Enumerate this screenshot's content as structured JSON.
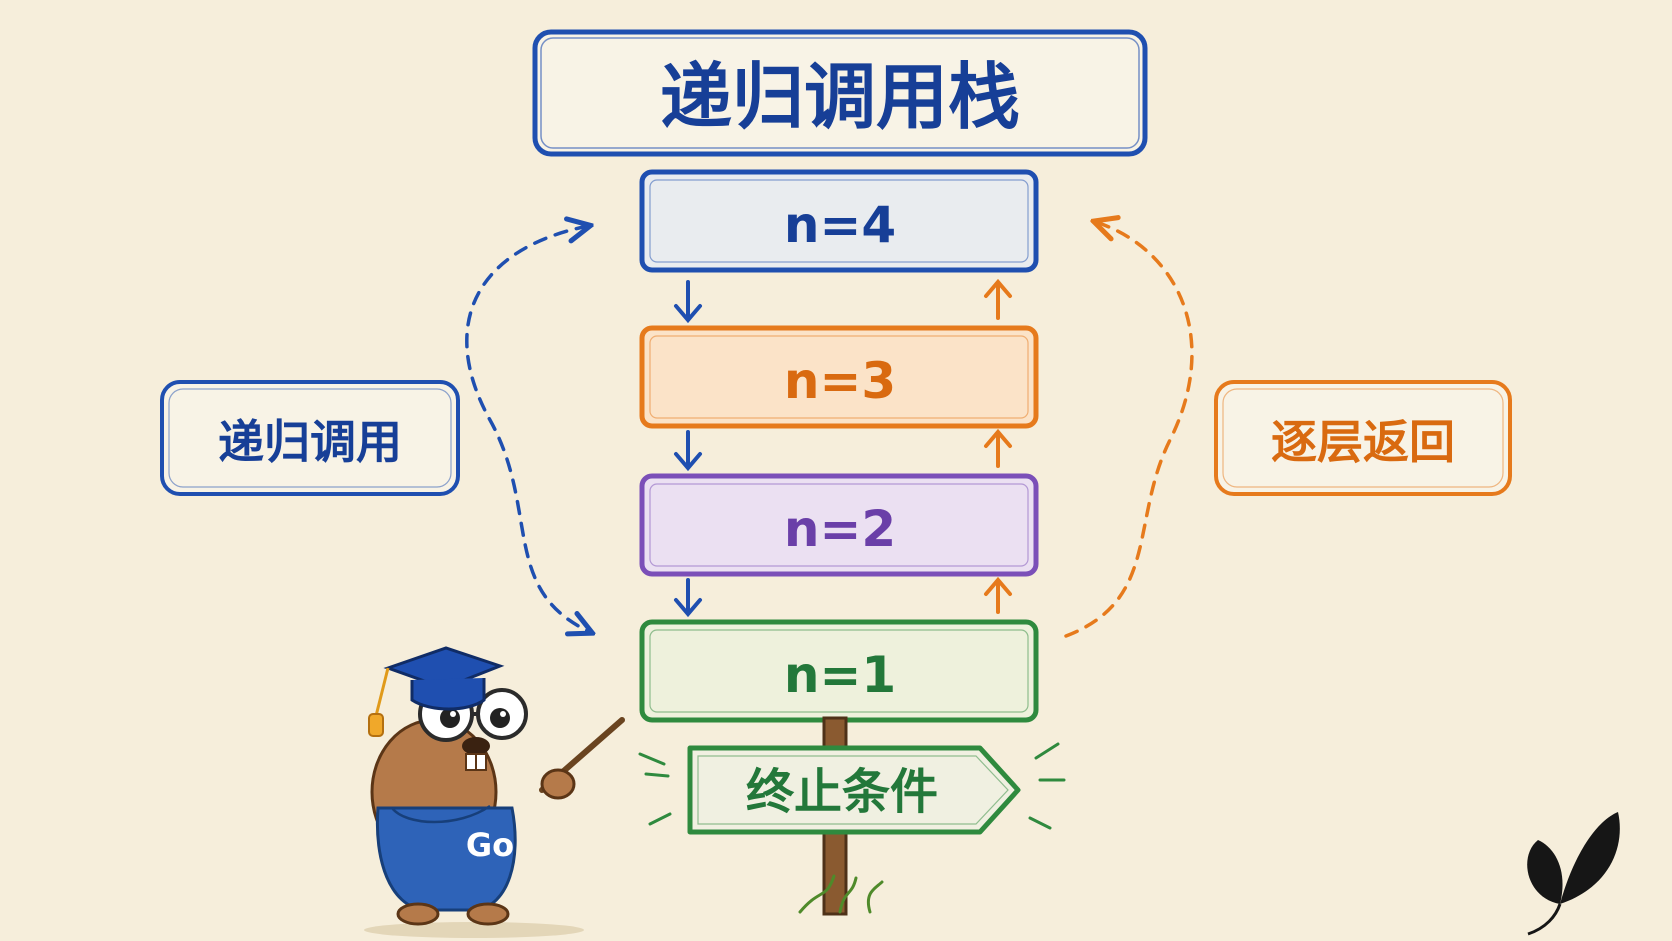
{
  "title": "递归调用栈",
  "left_label": "递归调用",
  "right_label": "逐层返回",
  "stack_frames": [
    {
      "label": "n=4",
      "color": "#1f4fb0",
      "fill": "#e9ecef"
    },
    {
      "label": "n=3",
      "color": "#e67a1c",
      "fill": "#fbe3c8"
    },
    {
      "label": "n=2",
      "color": "#7b4fb8",
      "fill": "#ebe0f2"
    },
    {
      "label": "n=1",
      "color": "#2f8a3e",
      "fill": "#eef1dc"
    }
  ],
  "base_case_sign": "终止条件",
  "mascot_shirt_text": "Go",
  "colors": {
    "background": "#f6eedb",
    "blue": "#1f4fb0",
    "orange": "#e67a1c",
    "purple": "#7b4fb8",
    "green": "#2f8a3e"
  },
  "icons": {
    "logo": "butterfly-icon",
    "mascot": "gopher-icon"
  }
}
